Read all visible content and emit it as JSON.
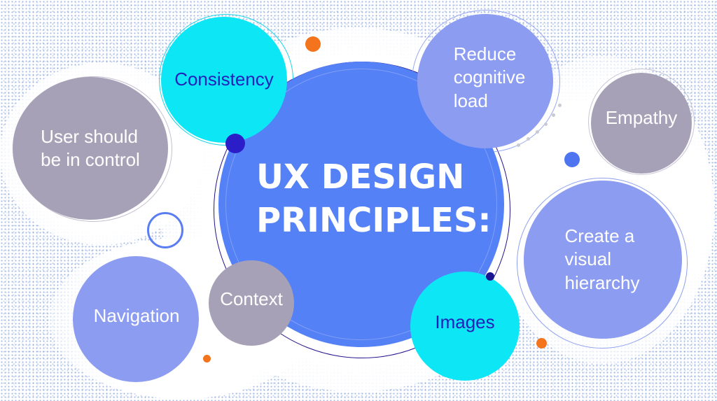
{
  "title": "UX DESIGN\nPRINCIPLES:",
  "principles": {
    "consistency": "Consistency",
    "reduce_load": "Reduce\ncognitive\nload",
    "user_control": "User should\nbe in control",
    "empathy": "Empathy",
    "visual_hierarchy": "Create a\nvisual\nhierarchy",
    "navigation": "Navigation",
    "context": "Context",
    "images": "Images"
  },
  "colors": {
    "center": "#5581f6",
    "cyan": "#0de6f5",
    "lavender": "#8c9cf1",
    "mauve": "#a7a1b7",
    "navy": "#2b1ec8",
    "orange": "#f3741d",
    "text_dark": "#2222bb",
    "text_light": "#ffffff"
  }
}
